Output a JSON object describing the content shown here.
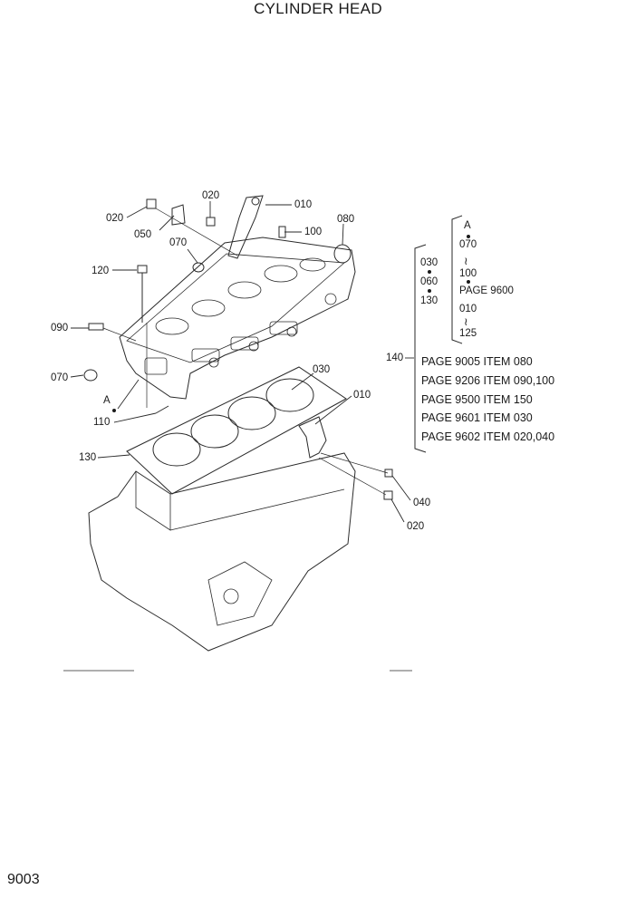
{
  "page": {
    "title": "CYLINDER HEAD",
    "page_number": "9003"
  },
  "callouts": {
    "c010_top": "010",
    "c020_top": "020",
    "c020_left": "020",
    "c050": "050",
    "c100": "100",
    "c080": "080",
    "c070_top": "070",
    "c120": "120",
    "c090": "090",
    "c070_left": "070",
    "cA_left": "A",
    "c110": "110",
    "c030_gasket": "030",
    "c010_right": "010",
    "c130": "130",
    "c040": "040",
    "c020_bottom": "020",
    "c140": "140"
  },
  "kit_group": {
    "left_items": [
      "030",
      "060",
      "130"
    ],
    "right_a": "A",
    "right_items": [
      "070",
      "100",
      "PAGE 9600",
      "010",
      "125"
    ],
    "references": [
      "PAGE 9005 ITEM 080",
      "PAGE 9206 ITEM 090,100",
      "PAGE 9500 ITEM 150",
      "PAGE 9601 ITEM 030",
      "PAGE 9602 ITEM 020,040"
    ]
  }
}
